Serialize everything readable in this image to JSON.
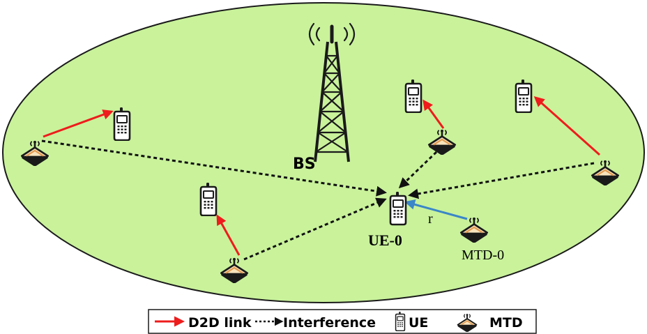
{
  "colors": {
    "cell_fill": "#c9f29b",
    "cell_stroke": "#1a1a1a",
    "d2d_link": "#ee1c1c",
    "interference": "#111111",
    "desired_link": "#3a86c8",
    "ue_body": "#ffffff",
    "mtd_body": "#f7e3bd",
    "mtd_stripe": "#e39a52"
  },
  "labels": {
    "bs": "BS",
    "ue0": "UE-0",
    "mtd0": "MTD-0",
    "distance": "r"
  },
  "legend": {
    "d2d_label": "D2D link",
    "interference_label": "Interference",
    "ue_label": "UE",
    "mtd_label": "MTD"
  },
  "icons": {
    "base_station": "tower-antenna-icon",
    "ue": "mobile-phone-icon",
    "mtd": "machine-type-device-icon",
    "d2d_arrow": "red-solid-arrow-icon",
    "interference_arrow": "black-dashed-arrow-icon"
  }
}
